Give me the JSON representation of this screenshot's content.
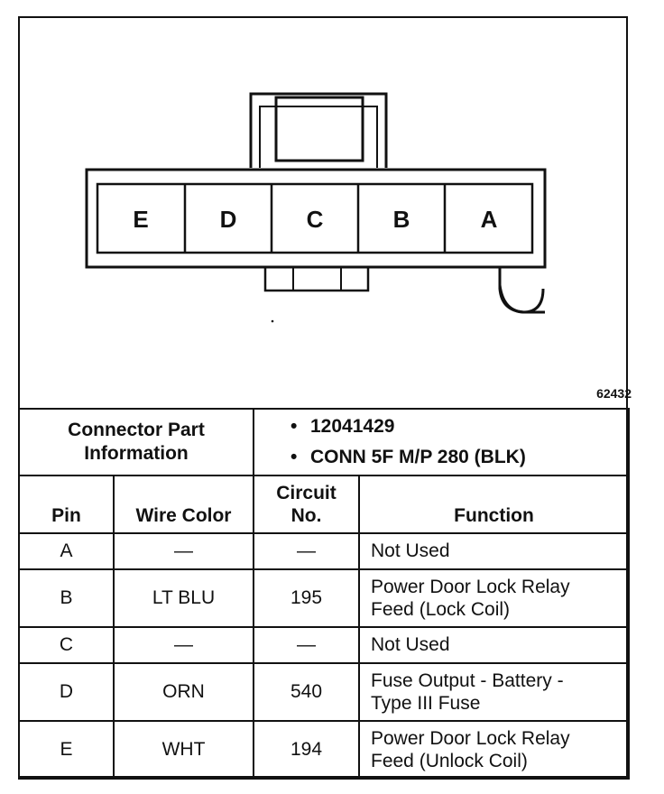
{
  "figure_number": "62432",
  "connector": {
    "pins_left_to_right": [
      "E",
      "D",
      "C",
      "B",
      "A"
    ]
  },
  "info": {
    "label_line1": "Connector Part",
    "label_line2": "Information",
    "items": [
      "12041429",
      "CONN 5F M/P 280 (BLK)"
    ],
    "bullet": "•"
  },
  "table": {
    "headers": {
      "pin": "Pin",
      "wire_color": "Wire Color",
      "circuit_line1": "Circuit",
      "circuit_line2": "No.",
      "function": "Function"
    },
    "rows": [
      {
        "pin": "A",
        "wire": "—",
        "circuit": "—",
        "function_line1": "Not Used",
        "function_line2": ""
      },
      {
        "pin": "B",
        "wire": "LT BLU",
        "circuit": "195",
        "function_line1": "Power Door Lock Relay",
        "function_line2": "Feed (Lock Coil)"
      },
      {
        "pin": "C",
        "wire": "—",
        "circuit": "—",
        "function_line1": "Not Used",
        "function_line2": ""
      },
      {
        "pin": "D",
        "wire": "ORN",
        "circuit": "540",
        "function_line1": "Fuse Output - Battery -",
        "function_line2": "Type III Fuse"
      },
      {
        "pin": "E",
        "wire": "WHT",
        "circuit": "194",
        "function_line1": "Power Door Lock Relay",
        "function_line2": "Feed (Unlock Coil)"
      }
    ]
  }
}
